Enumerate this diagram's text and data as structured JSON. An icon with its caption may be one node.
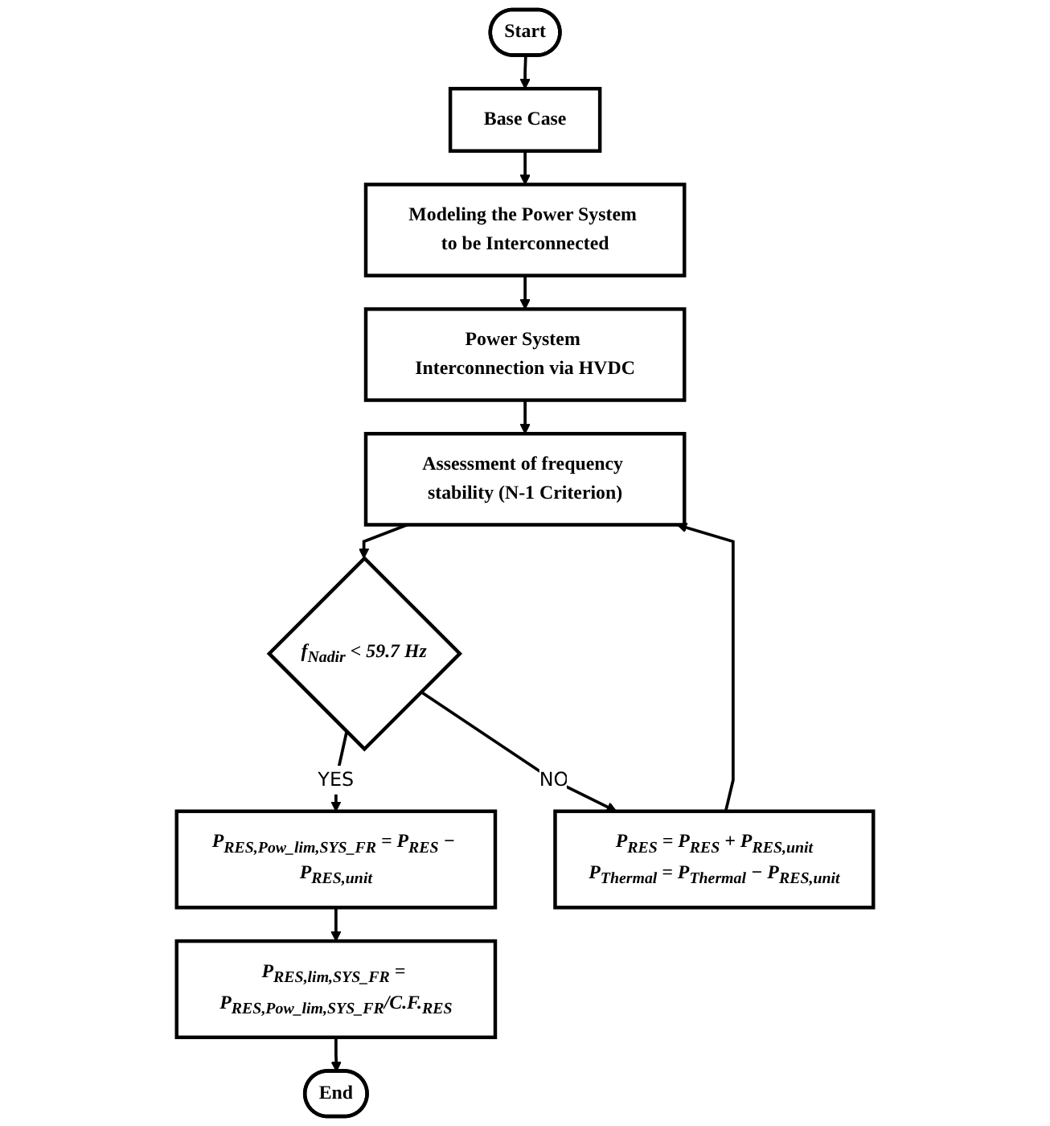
{
  "diagram": {
    "nodes": [
      {
        "text": [
          "Start"
        ]
      },
      {
        "text": [
          "Base Case"
        ]
      },
      {
        "text": [
          "Modeling the Power System to be Interconnected"
        ]
      },
      {
        "text": [
          "Power System Interconnection via HVDC"
        ]
      },
      {
        "text": [
          "Assessment of frequency stability (N-1 Criterion)"
        ]
      },
      {
        "text": [
          "P$_{RES}$ = P$_{RES}$ + P$_{RES,unit}$",
          "P$_{Thermal}$ = P$_{Thermal}$ − P$_{RES,unit}$"
        ]
      },
      {
        "text": [
          "f$_{Nadir}$ < 59.7 Hz"
        ]
      },
      {
        "text": [
          "P$_{RES,Pow_lim,SYS_FR}$ = P$_{RES}$ − P$_{RES,unit}$"
        ]
      },
      {
        "text": [
          "P$_{RES,lim,SYS_FR}$ = P$_{RES,Pow_lim,SYS_FR}$/C.F.$_{RES}$"
        ]
      },
      {
        "text": [
          "End"
        ]
      }
    ],
    "edges": [
      {
        "from": 0,
        "to": 1,
        "arrow": "to"
      },
      {
        "from": 1,
        "to": 2,
        "arrow": "to"
      },
      {
        "from": 2,
        "to": 3,
        "arrow": "to"
      },
      {
        "from": 3,
        "to": 4,
        "arrow": "to"
      },
      {
        "from": 4,
        "to": 6,
        "arrow": "to"
      },
      {
        "from": 6,
        "to": 7,
        "label": "YES",
        "arrow": "to"
      },
      {
        "from": 7,
        "to": 8,
        "arrow": "to"
      },
      {
        "from": 8,
        "to": 9,
        "arrow": "to"
      },
      {
        "from": 6,
        "to": 5,
        "label": "NO",
        "arrow": "to"
      },
      {
        "from": 5,
        "to": 4,
        "arrow": "to"
      }
    ]
  }
}
